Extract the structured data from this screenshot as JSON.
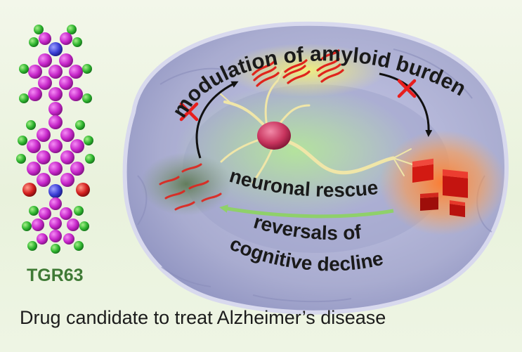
{
  "diagram": {
    "compound_label": "TGR63",
    "caption": "Drug candidate to treat Alzheimer’s disease",
    "top_arc_label": "modulation of amyloid burden",
    "middle_label": "neuronal rescue",
    "bottom_label_line1": "reversals of",
    "bottom_label_line2": "cognitive decline"
  },
  "colors": {
    "background": "#eef5e4",
    "brain": "#a9acd0",
    "carbon_atom": "#c626c9",
    "hydrogen_atom": "#2fb52f",
    "nitrogen_atom": "#3b3fd6",
    "oxygen_atom": "#d42020",
    "amyloid": "#e0241c",
    "caption_green": "#3f7a35"
  },
  "icons": [
    "molecule-model",
    "neuron-icon",
    "amyloid-fibril-icon",
    "plaque-cube-icon",
    "block-cross-icon"
  ]
}
